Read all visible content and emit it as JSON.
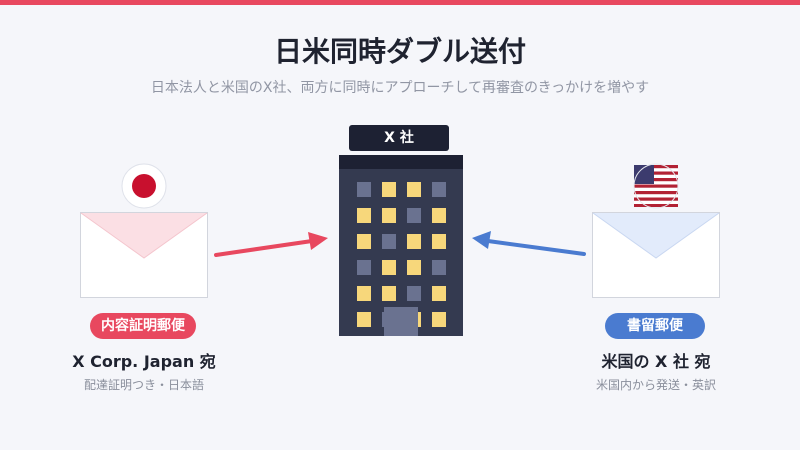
{
  "title": "日米同時ダブル送付",
  "subtitle": "日本法人と米国のX社、両方に同時にアプローチして再審査のきっかけを増やす",
  "company": {
    "label": "X 社"
  },
  "left": {
    "badge": "内容証明郵便",
    "recipient": "X Corp. Japan 宛",
    "note": "配達証明つき・日本語"
  },
  "right": {
    "badge": "書留郵便",
    "recipient": "米国の X 社 宛",
    "note": "米国内から発送・英訳"
  },
  "colors": {
    "accent_red": "#e8485f",
    "accent_blue": "#4a7bd0",
    "building": "#343a50",
    "window_lit": "#f7d77b",
    "window_dim": "#6a7290"
  },
  "icons": {
    "left_flag": "japan-flag-icon",
    "right_flag": "usa-flag-icon",
    "mail": "envelope-icon",
    "building": "office-building-icon"
  }
}
